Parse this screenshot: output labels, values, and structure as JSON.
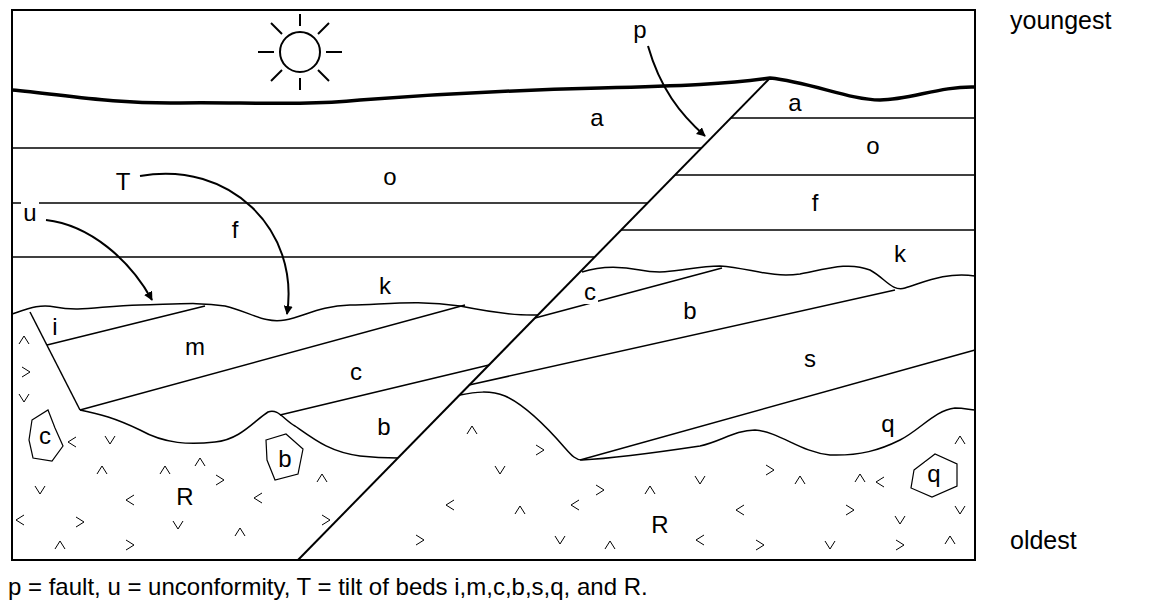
{
  "diagram": {
    "caption": "p = fault, u = unconformity, T = tilt of beds i,m,c,b,s,q, and R.",
    "labels": [
      "p",
      "youngest",
      "a",
      "a",
      "o",
      "T",
      "o",
      "u",
      "f",
      "f",
      "k",
      "c",
      "k",
      "i",
      "b",
      "m",
      "s",
      "c",
      "b",
      "q",
      "c",
      "b",
      "q",
      "R",
      "R",
      "oldest"
    ]
  }
}
